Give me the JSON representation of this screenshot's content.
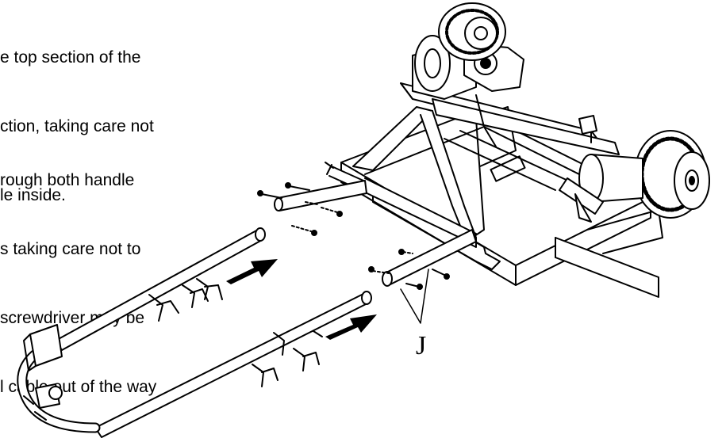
{
  "instructions": {
    "block1": [
      "e top section of the",
      "ction, taking care not",
      "le inside."
    ],
    "block2": [
      "rough both handle",
      "s taking care not to",
      "screwdriver may be",
      "l cable out of the way"
    ]
  },
  "figure": {
    "callout_label": "J"
  }
}
